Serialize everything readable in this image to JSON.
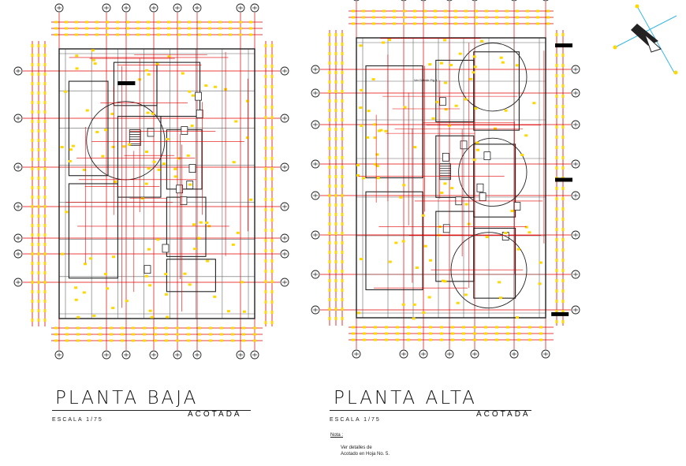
{
  "colors": {
    "dimension_red": "#e00000",
    "dimension_yellow": "#ffd800",
    "wall": "#222222",
    "axis_red": "#e00000",
    "north_cyan": "#3ab7e6"
  },
  "plans": [
    {
      "id": "planta-baja",
      "title": "PLANTA BAJA",
      "scale": "ESCALA 1/75",
      "acotada": "ACOTADA"
    },
    {
      "id": "planta-alta",
      "title": "PLANTA ALTA",
      "scale": "ESCALA 1/75",
      "acotada": "ACOTADA"
    }
  ],
  "note": {
    "heading": "Nota :",
    "line1": "Ver detalles de",
    "line2": "Acotado en Hoja No. 5."
  },
  "icons": {
    "north": "north-arrow-icon",
    "axis_marker": "axis-bubble-icon"
  },
  "room_label": "Ver Detalle Fig 1"
}
